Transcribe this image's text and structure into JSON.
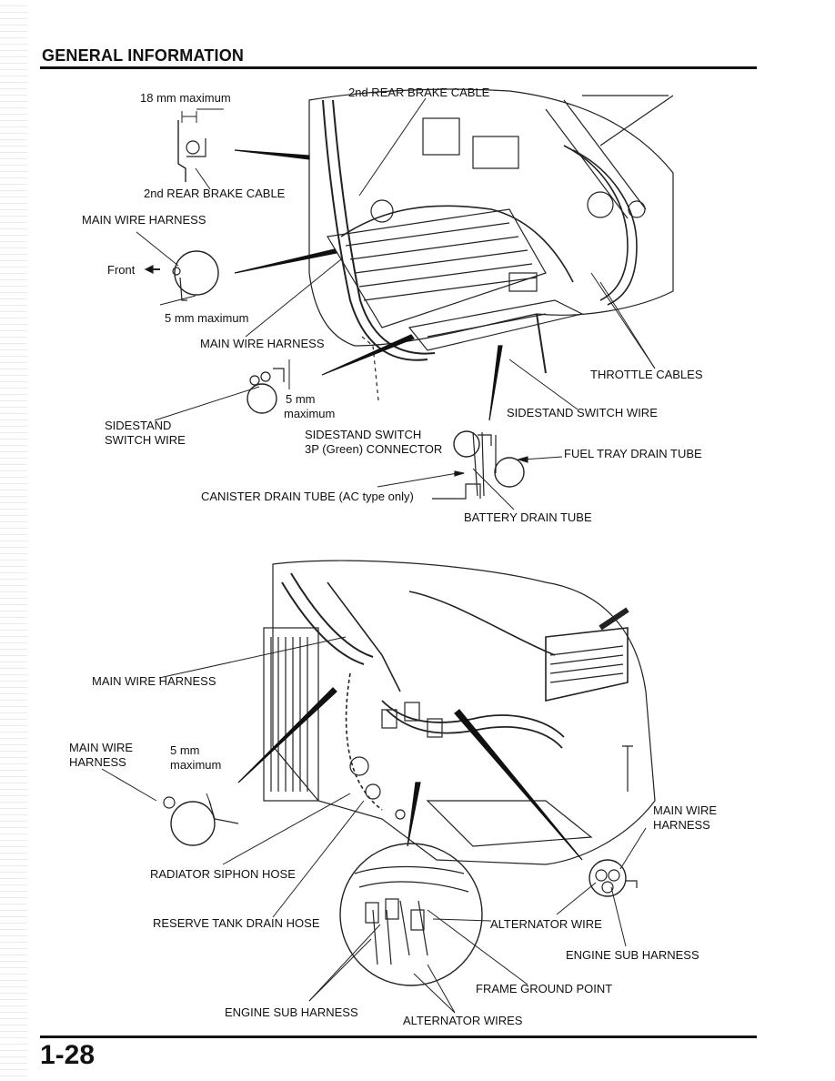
{
  "header": {
    "title": "GENERAL INFORMATION"
  },
  "footer": {
    "page_number": "1-28"
  },
  "top_diagram": {
    "labels": {
      "mm18_max": "18 mm maximum",
      "rear_brake_cable_top": "2nd REAR BRAKE CABLE",
      "rear_brake_cable_mid": "2nd REAR BRAKE CABLE",
      "main_wire_harness_1": "MAIN WIRE HARNESS",
      "front": "Front",
      "mm5_max_1": "5 mm maximum",
      "main_wire_harness_2": "MAIN WIRE HARNESS",
      "throttle_cables": "THROTTLE CABLES",
      "mm5_a": "5 mm",
      "maximum_a": "maximum",
      "sidestand_switch_wire_right": "SIDESTAND SWITCH WIRE",
      "sidestand_1": "SIDESTAND",
      "switch_wire_1": "SWITCH WIRE",
      "sidestand_switch": "SIDESTAND SWITCH",
      "connector_3p": "3P (Green) CONNECTOR",
      "fuel_tray_drain_tube": "FUEL TRAY DRAIN TUBE",
      "canister_drain_tube": "CANISTER DRAIN TUBE (AC type only)",
      "battery_drain_tube": "BATTERY DRAIN TUBE"
    }
  },
  "bottom_diagram": {
    "labels": {
      "main_wire_harness_a": "MAIN WIRE HARNESS",
      "main_wire_1": "MAIN WIRE",
      "harness_1": "HARNESS",
      "mm5_b": "5 mm",
      "maximum_b": "maximum",
      "main_wire_2": "MAIN WIRE",
      "harness_2": "HARNESS",
      "radiator_siphon_hose": "RADIATOR SIPHON HOSE",
      "reserve_tank_drain_hose": "RESERVE TANK DRAIN HOSE",
      "alternator_wire": "ALTERNATOR WIRE",
      "engine_sub_harness_right": "ENGINE SUB HARNESS",
      "frame_ground_point": "FRAME GROUND POINT",
      "engine_sub_harness_left": "ENGINE SUB HARNESS",
      "alternator_wires": "ALTERNATOR WIRES"
    }
  }
}
